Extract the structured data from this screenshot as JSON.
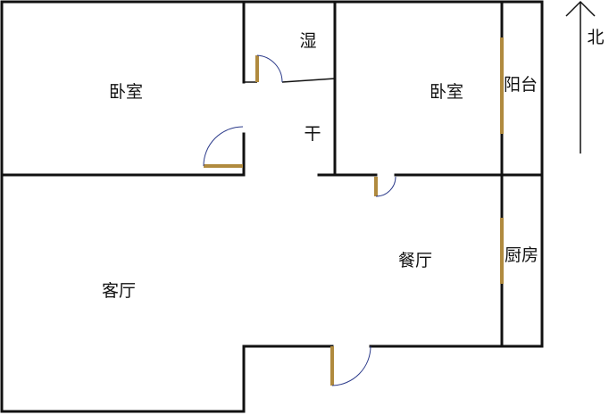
{
  "rooms": {
    "bedroom_left": "卧室",
    "wet_area": "湿",
    "dry_area": "干",
    "bedroom_right": "卧室",
    "balcony": "阳台",
    "dining": "餐厅",
    "kitchen": "厨房",
    "living": "客厅"
  },
  "compass": {
    "label": "北"
  },
  "colors": {
    "wall": "#111111",
    "door": "#b08a3e",
    "door_swing": "#2b3a8a",
    "background": "#ffffff"
  }
}
